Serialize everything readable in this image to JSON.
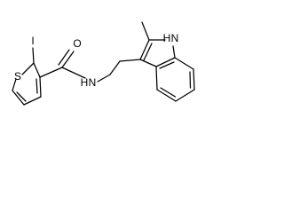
{
  "molecule": {
    "atoms": {
      "iodine": "I",
      "sulfur": "S",
      "oxygen": "O",
      "amide_nitrogen": "N",
      "amide_hydrogen": "H",
      "indole_nitrogen": "N",
      "indole_hydrogen": "H"
    }
  }
}
